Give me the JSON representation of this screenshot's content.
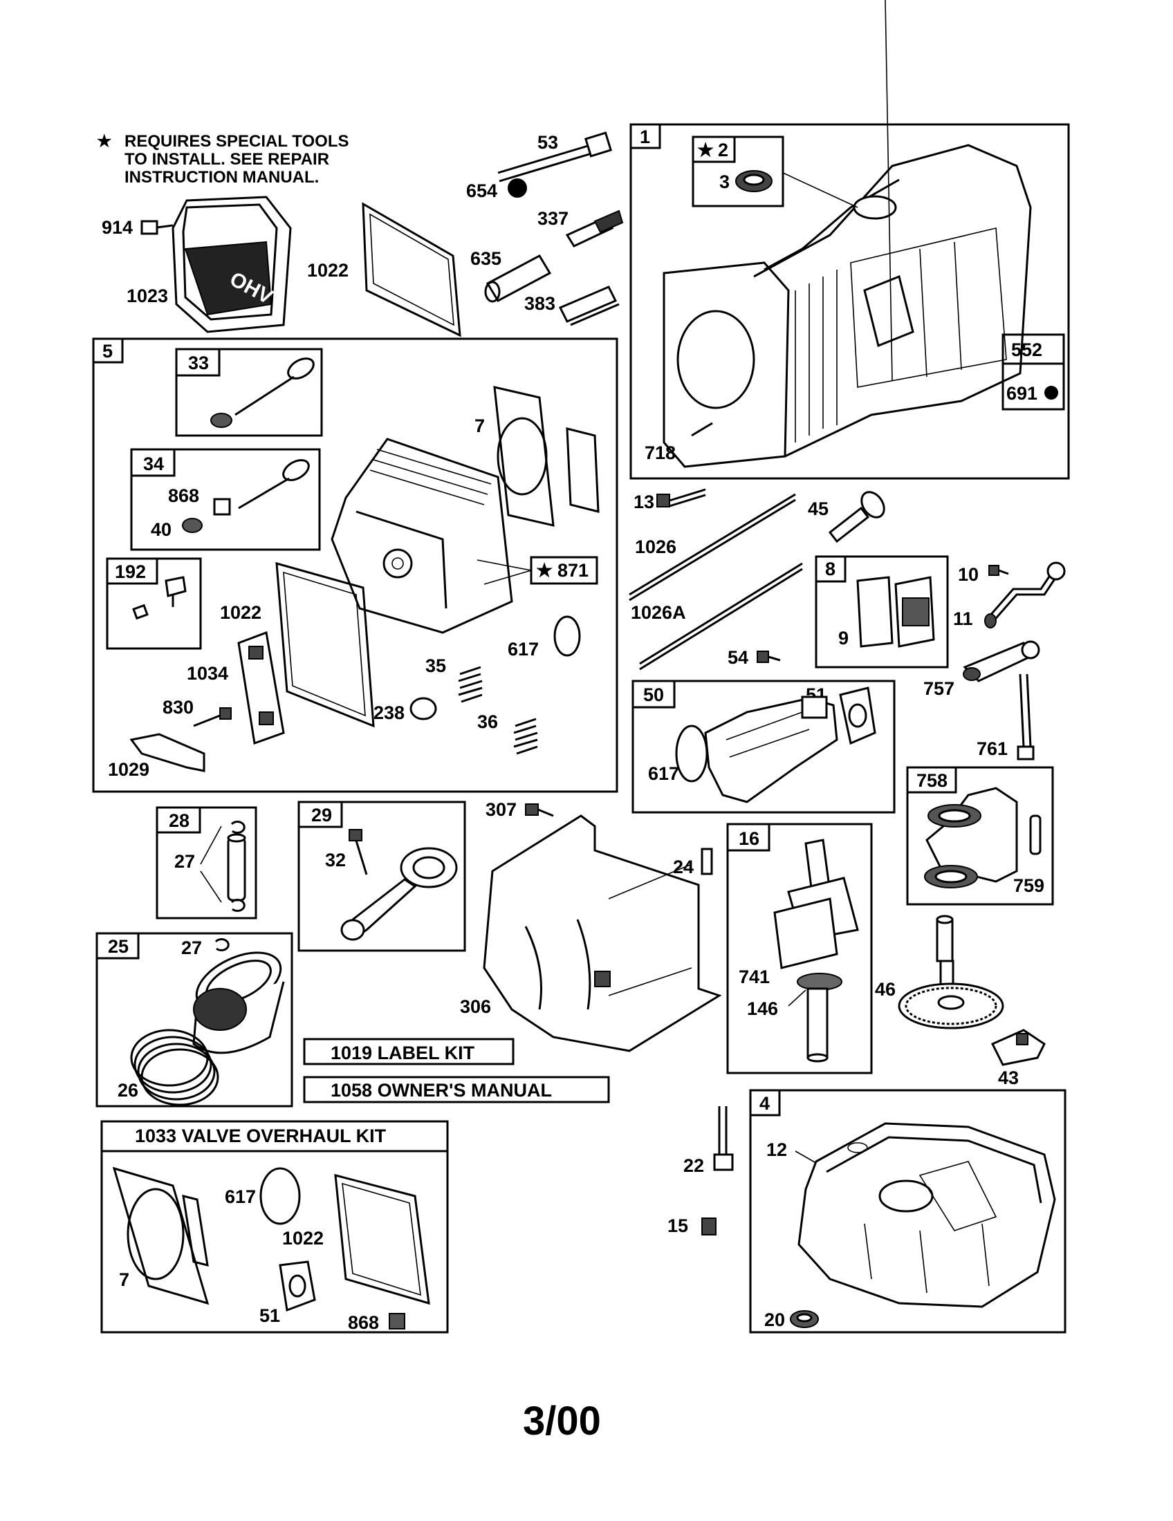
{
  "note": {
    "star": "★",
    "lines": [
      "REQUIRES SPECIAL TOOLS",
      "TO INSTALL.  SEE REPAIR",
      "INSTRUCTION MANUAL."
    ]
  },
  "callouts": {
    "c53": "53",
    "c654": "654",
    "c337": "337",
    "c635": "635",
    "c383": "383",
    "c914": "914",
    "c1023": "1023",
    "c1022a": "1022",
    "c1": "1",
    "c2": "2",
    "c3": "3",
    "c552": "552",
    "c691": "691",
    "c718": "718",
    "c5": "5",
    "c33": "33",
    "c7a": "7",
    "c34": "34",
    "c868a": "868",
    "c40": "40",
    "c192": "192",
    "c871": "871",
    "c1022b": "1022",
    "c617a": "617",
    "c1034": "1034",
    "c35": "35",
    "c830": "830",
    "c238": "238",
    "c36": "36",
    "c1029": "1029",
    "c13": "13",
    "c45": "45",
    "c1026": "1026",
    "c1026a": "1026A",
    "c8": "8",
    "c9": "9",
    "c10": "10",
    "c11": "11",
    "c54": "54",
    "c757": "757",
    "c761": "761",
    "c50": "50",
    "c51a": "51",
    "c617b": "617",
    "c28": "28",
    "c27a": "27",
    "c29": "29",
    "c32": "32",
    "c307": "307",
    "c24": "24",
    "c16": "16",
    "c758": "758",
    "c759": "759",
    "c741": "741",
    "c146": "146",
    "c46": "46",
    "c306": "306",
    "c43": "43",
    "c25": "25",
    "c27b": "27",
    "c26": "26",
    "c1019": "1019 LABEL KIT",
    "c1058": "1058 OWNER'S MANUAL",
    "c1033": "1033 VALVE OVERHAUL KIT",
    "c617c": "617",
    "c1022c": "1022",
    "c7b": "7",
    "c51b": "51",
    "c868b": "868",
    "c4": "4",
    "c12": "12",
    "c22": "22",
    "c15": "15",
    "c20": "20"
  },
  "footer": {
    "date_code": "3/00"
  }
}
